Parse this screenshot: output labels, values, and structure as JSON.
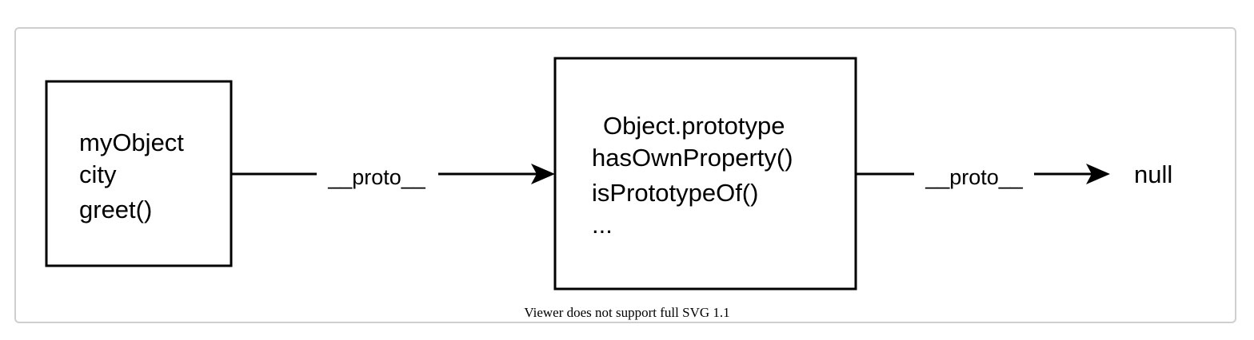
{
  "nodes": {
    "my_object": {
      "lines": [
        "myObject",
        "city",
        "greet()"
      ]
    },
    "object_prototype": {
      "lines": [
        "Object.prototype",
        "hasOwnProperty()",
        "isPrototypeOf()",
        "..."
      ]
    },
    "null_node": {
      "label": "null"
    }
  },
  "edges": {
    "first": {
      "label": "__proto__"
    },
    "second": {
      "label": "__proto__"
    }
  },
  "viewer_notice": "Viewer does not support full SVG 1.1"
}
